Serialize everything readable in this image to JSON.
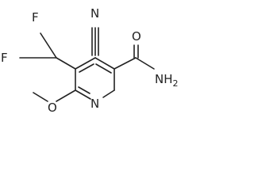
{
  "molecule": {
    "atoms": {
      "nitrile_n": "N",
      "fluorine_top": "F",
      "fluorine_bottom": "F",
      "carbonyl_o": "O",
      "amide_n": "NH",
      "amide_n_subscript": "2",
      "ring_n": "N",
      "ether_o": "O"
    },
    "colors": {
      "bond": "#222222",
      "label": "#222222",
      "background": "#ffffff"
    }
  }
}
